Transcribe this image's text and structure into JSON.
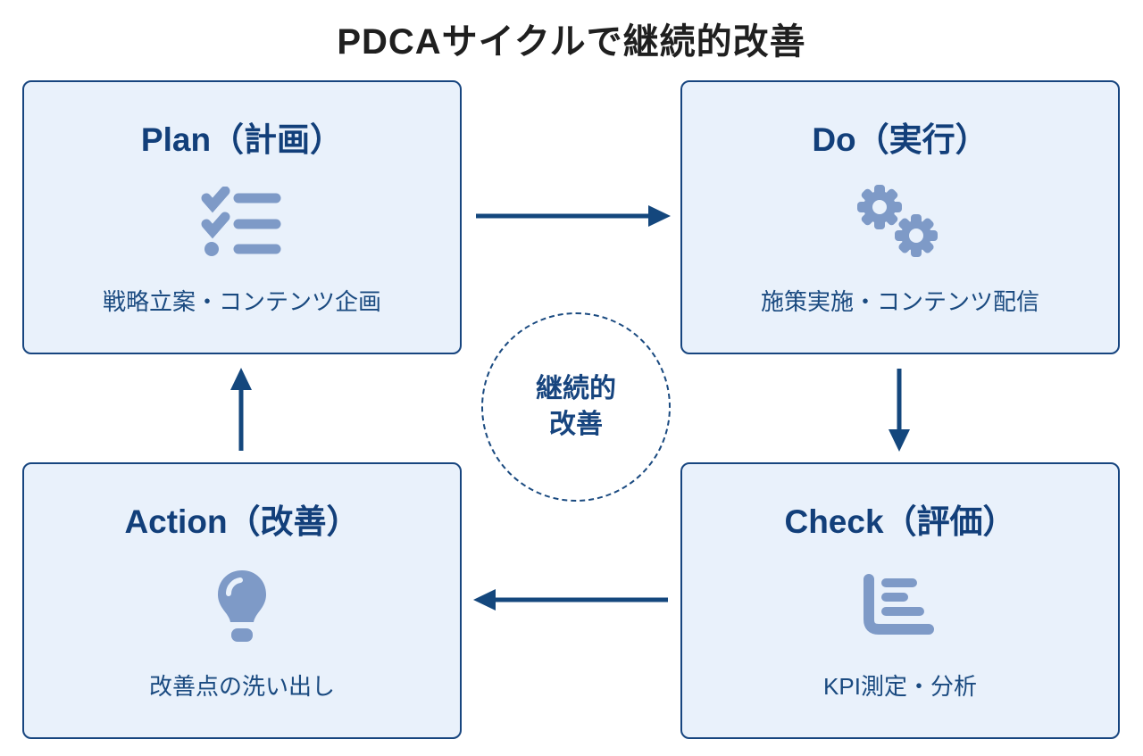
{
  "title": "PDCAサイクルで継続的改善",
  "center_circle": {
    "line1": "継続的",
    "line2": "改善"
  },
  "boxes": {
    "plan": {
      "heading": "Plan（計画）",
      "description": "戦略立案・コンテンツ企画",
      "icon": "checklist-icon"
    },
    "do": {
      "heading": "Do（実行）",
      "description": "施策実施・コンテンツ配信",
      "icon": "gears-icon"
    },
    "check": {
      "heading": "Check（評価）",
      "description": "KPI測定・分析",
      "icon": "bar-chart-icon"
    },
    "action": {
      "heading": "Action（改善）",
      "description": "改善点の洗い出し",
      "icon": "lightbulb-icon"
    }
  },
  "arrows": [
    {
      "name": "arrow-plan-to-do",
      "direction": "right"
    },
    {
      "name": "arrow-do-to-check",
      "direction": "down"
    },
    {
      "name": "arrow-check-to-action",
      "direction": "left"
    },
    {
      "name": "arrow-action-to-plan",
      "direction": "up"
    }
  ],
  "colors": {
    "box_fill": "#e9f1fb",
    "box_border": "#17457f",
    "heading_text": "#123f7a",
    "description_text": "#1a4a80",
    "icon": "#7e9ac7",
    "arrow": "#14477d",
    "title_text": "#1f1f1f",
    "background": "#ffffff"
  }
}
